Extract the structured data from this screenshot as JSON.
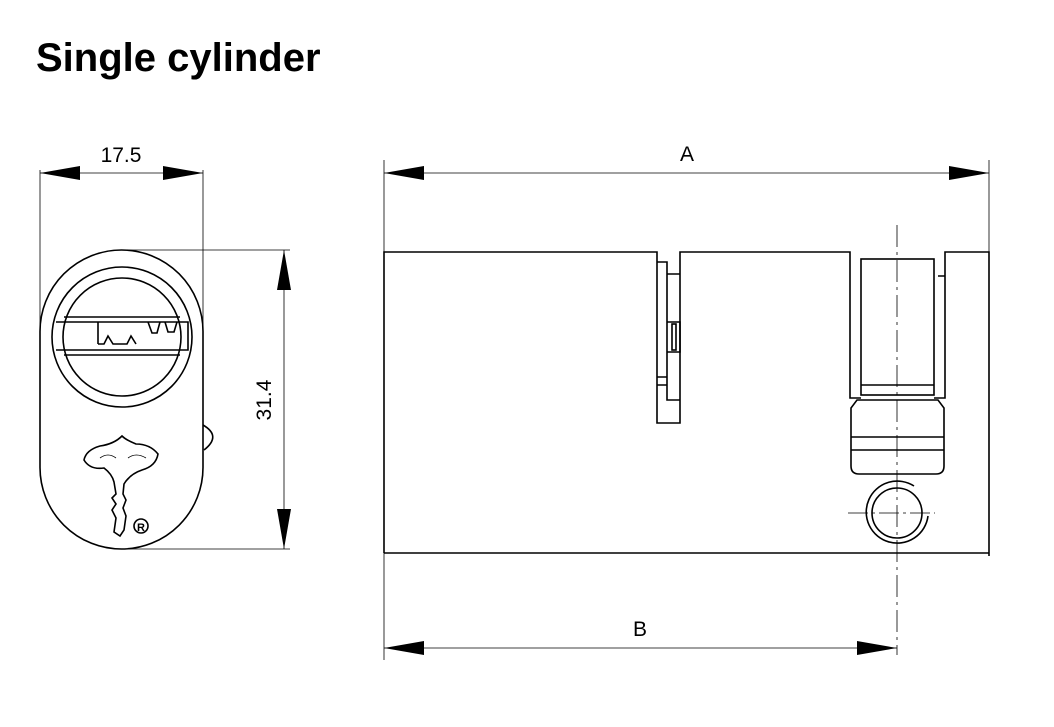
{
  "title": "Single cylinder",
  "dimensions": {
    "width": "17.5",
    "height": "31.4",
    "length_a": "A",
    "length_b": "B"
  }
}
